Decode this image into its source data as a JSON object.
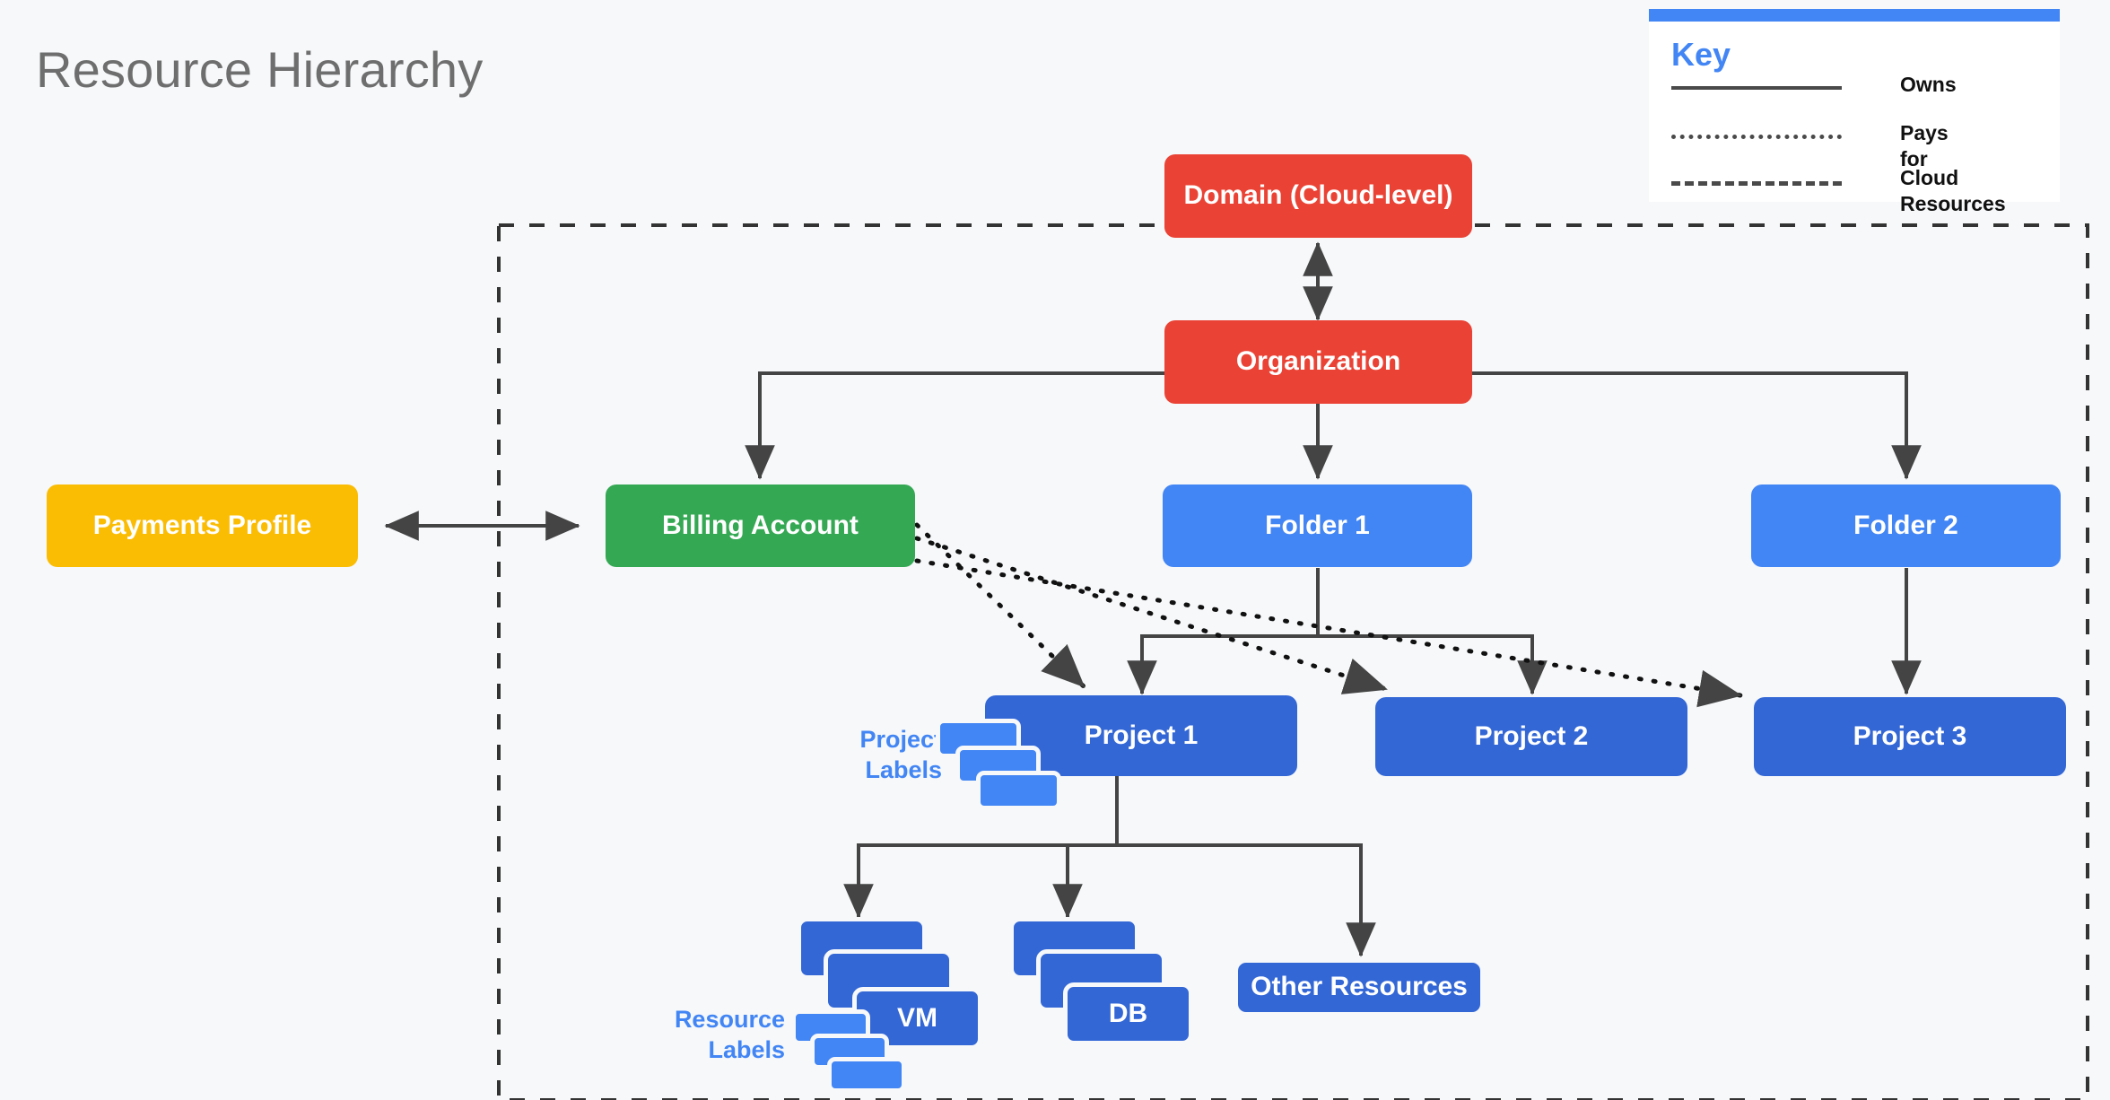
{
  "page": {
    "title": "Resource Hierarchy",
    "background_color": "#F6F8FA"
  },
  "legend": {
    "title": "Key",
    "accent_color": "#4285F4",
    "items": [
      {
        "style": "solid",
        "label": "Owns"
      },
      {
        "style": "dotted",
        "label": "Pays for"
      },
      {
        "style": "dashed",
        "label": "Cloud Resources"
      }
    ]
  },
  "nodes": {
    "domain": {
      "label": "Domain (Cloud-level)",
      "color": "#EA4335"
    },
    "organization": {
      "label": "Organization",
      "color": "#EA4335"
    },
    "payments_profile": {
      "label": "Payments Profile",
      "color": "#FBBC04"
    },
    "billing_account": {
      "label": "Billing Account",
      "color": "#34A853"
    },
    "folder_1": {
      "label": "Folder 1",
      "color": "#4285F4"
    },
    "folder_2": {
      "label": "Folder 2",
      "color": "#4285F4"
    },
    "project_1": {
      "label": "Project 1",
      "color": "#3367D6"
    },
    "project_2": {
      "label": "Project 2",
      "color": "#3367D6"
    },
    "project_3": {
      "label": "Project 3",
      "color": "#3367D6"
    },
    "vm": {
      "label": "VM",
      "color": "#3367D6"
    },
    "db": {
      "label": "DB",
      "color": "#3367D6"
    },
    "other_resources": {
      "label": "Other Resources",
      "color": "#3367D6"
    }
  },
  "annotations": {
    "project_labels": {
      "line1": "Project",
      "line2": "Labels",
      "color": "#4285F4"
    },
    "resource_labels": {
      "line1": "Resource",
      "line2": "Labels",
      "color": "#4285F4"
    }
  },
  "edges": [
    {
      "from": "domain",
      "to": "organization",
      "style": "solid",
      "arrows": "both"
    },
    {
      "from": "organization",
      "to": "billing_account",
      "style": "solid",
      "arrows": "end"
    },
    {
      "from": "organization",
      "to": "folder_1",
      "style": "solid",
      "arrows": "end"
    },
    {
      "from": "organization",
      "to": "folder_2",
      "style": "solid",
      "arrows": "end"
    },
    {
      "from": "payments_profile",
      "to": "billing_account",
      "style": "solid",
      "arrows": "both"
    },
    {
      "from": "folder_1",
      "to": "project_1",
      "style": "solid",
      "arrows": "end"
    },
    {
      "from": "folder_1",
      "to": "project_2",
      "style": "solid",
      "arrows": "end"
    },
    {
      "from": "folder_2",
      "to": "project_3",
      "style": "solid",
      "arrows": "end"
    },
    {
      "from": "billing_account",
      "to": "project_1",
      "style": "dotted",
      "arrows": "end"
    },
    {
      "from": "billing_account",
      "to": "project_2",
      "style": "dotted",
      "arrows": "end"
    },
    {
      "from": "billing_account",
      "to": "project_3",
      "style": "dotted",
      "arrows": "end"
    },
    {
      "from": "project_1",
      "to": "vm",
      "style": "solid",
      "arrows": "end"
    },
    {
      "from": "project_1",
      "to": "db",
      "style": "solid",
      "arrows": "end"
    },
    {
      "from": "project_1",
      "to": "other_resources",
      "style": "solid",
      "arrows": "end"
    }
  ],
  "cloud_boundary": {
    "style": "dashed",
    "color": "#333333"
  }
}
